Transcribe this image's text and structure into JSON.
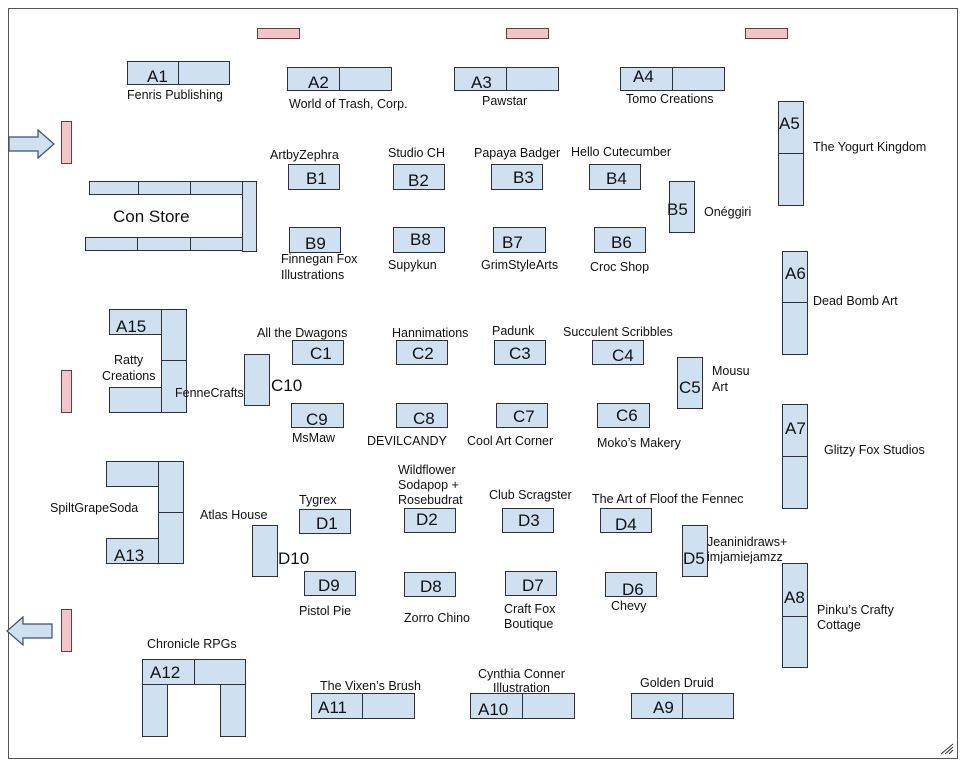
{
  "con_store": "Con Store",
  "codes": {
    "A1": "A1",
    "A2": "A2",
    "A3": "A3",
    "A4": "A4",
    "A5": "A5",
    "A6": "A6",
    "A7": "A7",
    "A8": "A8",
    "A9": "A9",
    "A10": "A10",
    "A11": "A11",
    "A12": "A12",
    "A13": "A13",
    "A15": "A15",
    "B1": "B1",
    "B2": "B2",
    "B3": "B3",
    "B4": "B4",
    "B5": "B5",
    "B6": "B6",
    "B7": "B7",
    "B8": "B8",
    "B9": "B9",
    "C1": "C1",
    "C2": "C2",
    "C3": "C3",
    "C4": "C4",
    "C5": "C5",
    "C6": "C6",
    "C7": "C7",
    "C8": "C8",
    "C9": "C9",
    "C10": "C10",
    "D1": "D1",
    "D2": "D2",
    "D3": "D3",
    "D4": "D4",
    "D5": "D5",
    "D6": "D6",
    "D7": "D7",
    "D8": "D8",
    "D9": "D9",
    "D10": "D10"
  },
  "vendors": {
    "A1": "Fenris Publishing",
    "A2": "World of Trash, Corp.",
    "A3": "Pawstar",
    "A4": "Tomo Creations",
    "A5": "The Yogurt Kingdom",
    "A6": "Dead Bomb Art",
    "A7": "Glitzy Fox Studios",
    "A8_l1": "Pinku’s Crafty",
    "A8_l2": "Cottage",
    "A9": "Golden Druid",
    "A10_l1": "Cynthia Conner",
    "A10_l2": "Illustration",
    "A11": "The Vixen’s Brush",
    "A12": "Chronicle RPGs",
    "A13": "SpiltGrapeSoda",
    "A15_l1": "Ratty",
    "A15_l2": "Creations",
    "B1": "ArtbyZephra",
    "B2": "Studio CH",
    "B3": "Papaya Badger",
    "B4": "Hello Cutecumber",
    "B5": "Onéggiri",
    "B6": "Croc Shop",
    "B7": "GrimStyleArts",
    "B8": "Supykun",
    "B9_l1": "Finnegan Fox",
    "B9_l2": "Illustrations",
    "C1": "All the Dwagons",
    "C2": "Hannimations",
    "C3": "Padunk",
    "C4": "Succulent Scribbles",
    "C5_l1": "Mousu",
    "C5_l2": "Art",
    "C6": "Moko’s Makery",
    "C7": "Cool Art Corner",
    "C8": "DEVILCANDY",
    "C9": "MsMaw",
    "C10": "FenneCrafts",
    "D1": "Tygrex",
    "D2_l1": "Wildflower",
    "D2_l2": "Sodapop +",
    "D2_l3": "Rosebudrat",
    "D3": "Club Scragster",
    "D4": "The Art of Floof the Fennec",
    "D5_l1": "Jeaninidraws+",
    "D5_l2": "imjamiejamzz",
    "D6": "Chevy",
    "D7_l1": "Craft Fox",
    "D7_l2": "Boutique",
    "D8": "Zorro Chino",
    "D9": "Pistol Pie",
    "D10": "Atlas House"
  },
  "colors": {
    "table": "#cfe0f1",
    "table_border": "#2f3136",
    "door": "#f2c6c8",
    "arrow": "#cfe0f1"
  }
}
